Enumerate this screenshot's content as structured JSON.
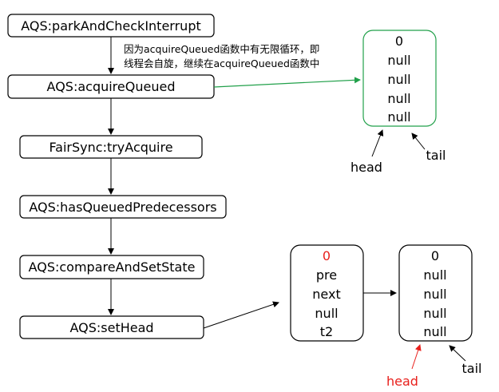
{
  "flow_steps": [
    "AQS:parkAndCheckInterrupt",
    "AQS:acquireQueued",
    "FairSync:tryAcquire",
    "AQS:hasQueuedPredecessors",
    "AQS:compareAndSetState",
    "AQS:setHead"
  ],
  "annotation": {
    "line1": "因为acquireQueued函数中有无限循环，即",
    "line2": "线程会自旋，继续在acquireQueued函数中"
  },
  "top_node": {
    "fields": [
      "0",
      "null",
      "null",
      "null",
      "null"
    ],
    "head_label": "head",
    "tail_label": "tail"
  },
  "old_node": {
    "fields": [
      "0",
      "pre",
      "next",
      "null",
      "t2"
    ]
  },
  "new_node": {
    "fields": [
      "0",
      "null",
      "null",
      "null",
      "null"
    ],
    "head_label": "head",
    "tail_label": "tail"
  },
  "colors": {
    "green": "#21a04a",
    "red": "#e8201c",
    "black": "#000000"
  }
}
